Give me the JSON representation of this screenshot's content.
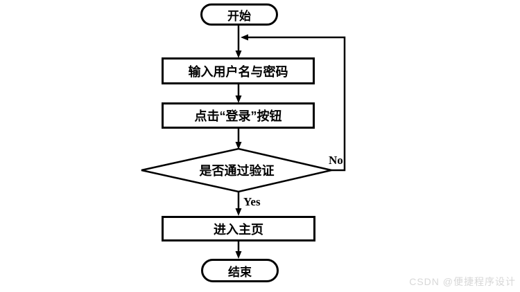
{
  "flowchart": {
    "start_label": "开始",
    "step1_label": "输入用户名与密码",
    "step2_label": "点击“登录”按钮",
    "decision_label": "是否通过验证",
    "yes_label": "Yes",
    "no_label": "No",
    "step3_label": "进入主页",
    "end_label": "结束"
  },
  "watermark": {
    "text": "CSDN @便捷程序设计"
  },
  "colors": {
    "line": "#000000",
    "background": "#ffffff",
    "watermark_gray": "#d7d7d7"
  }
}
